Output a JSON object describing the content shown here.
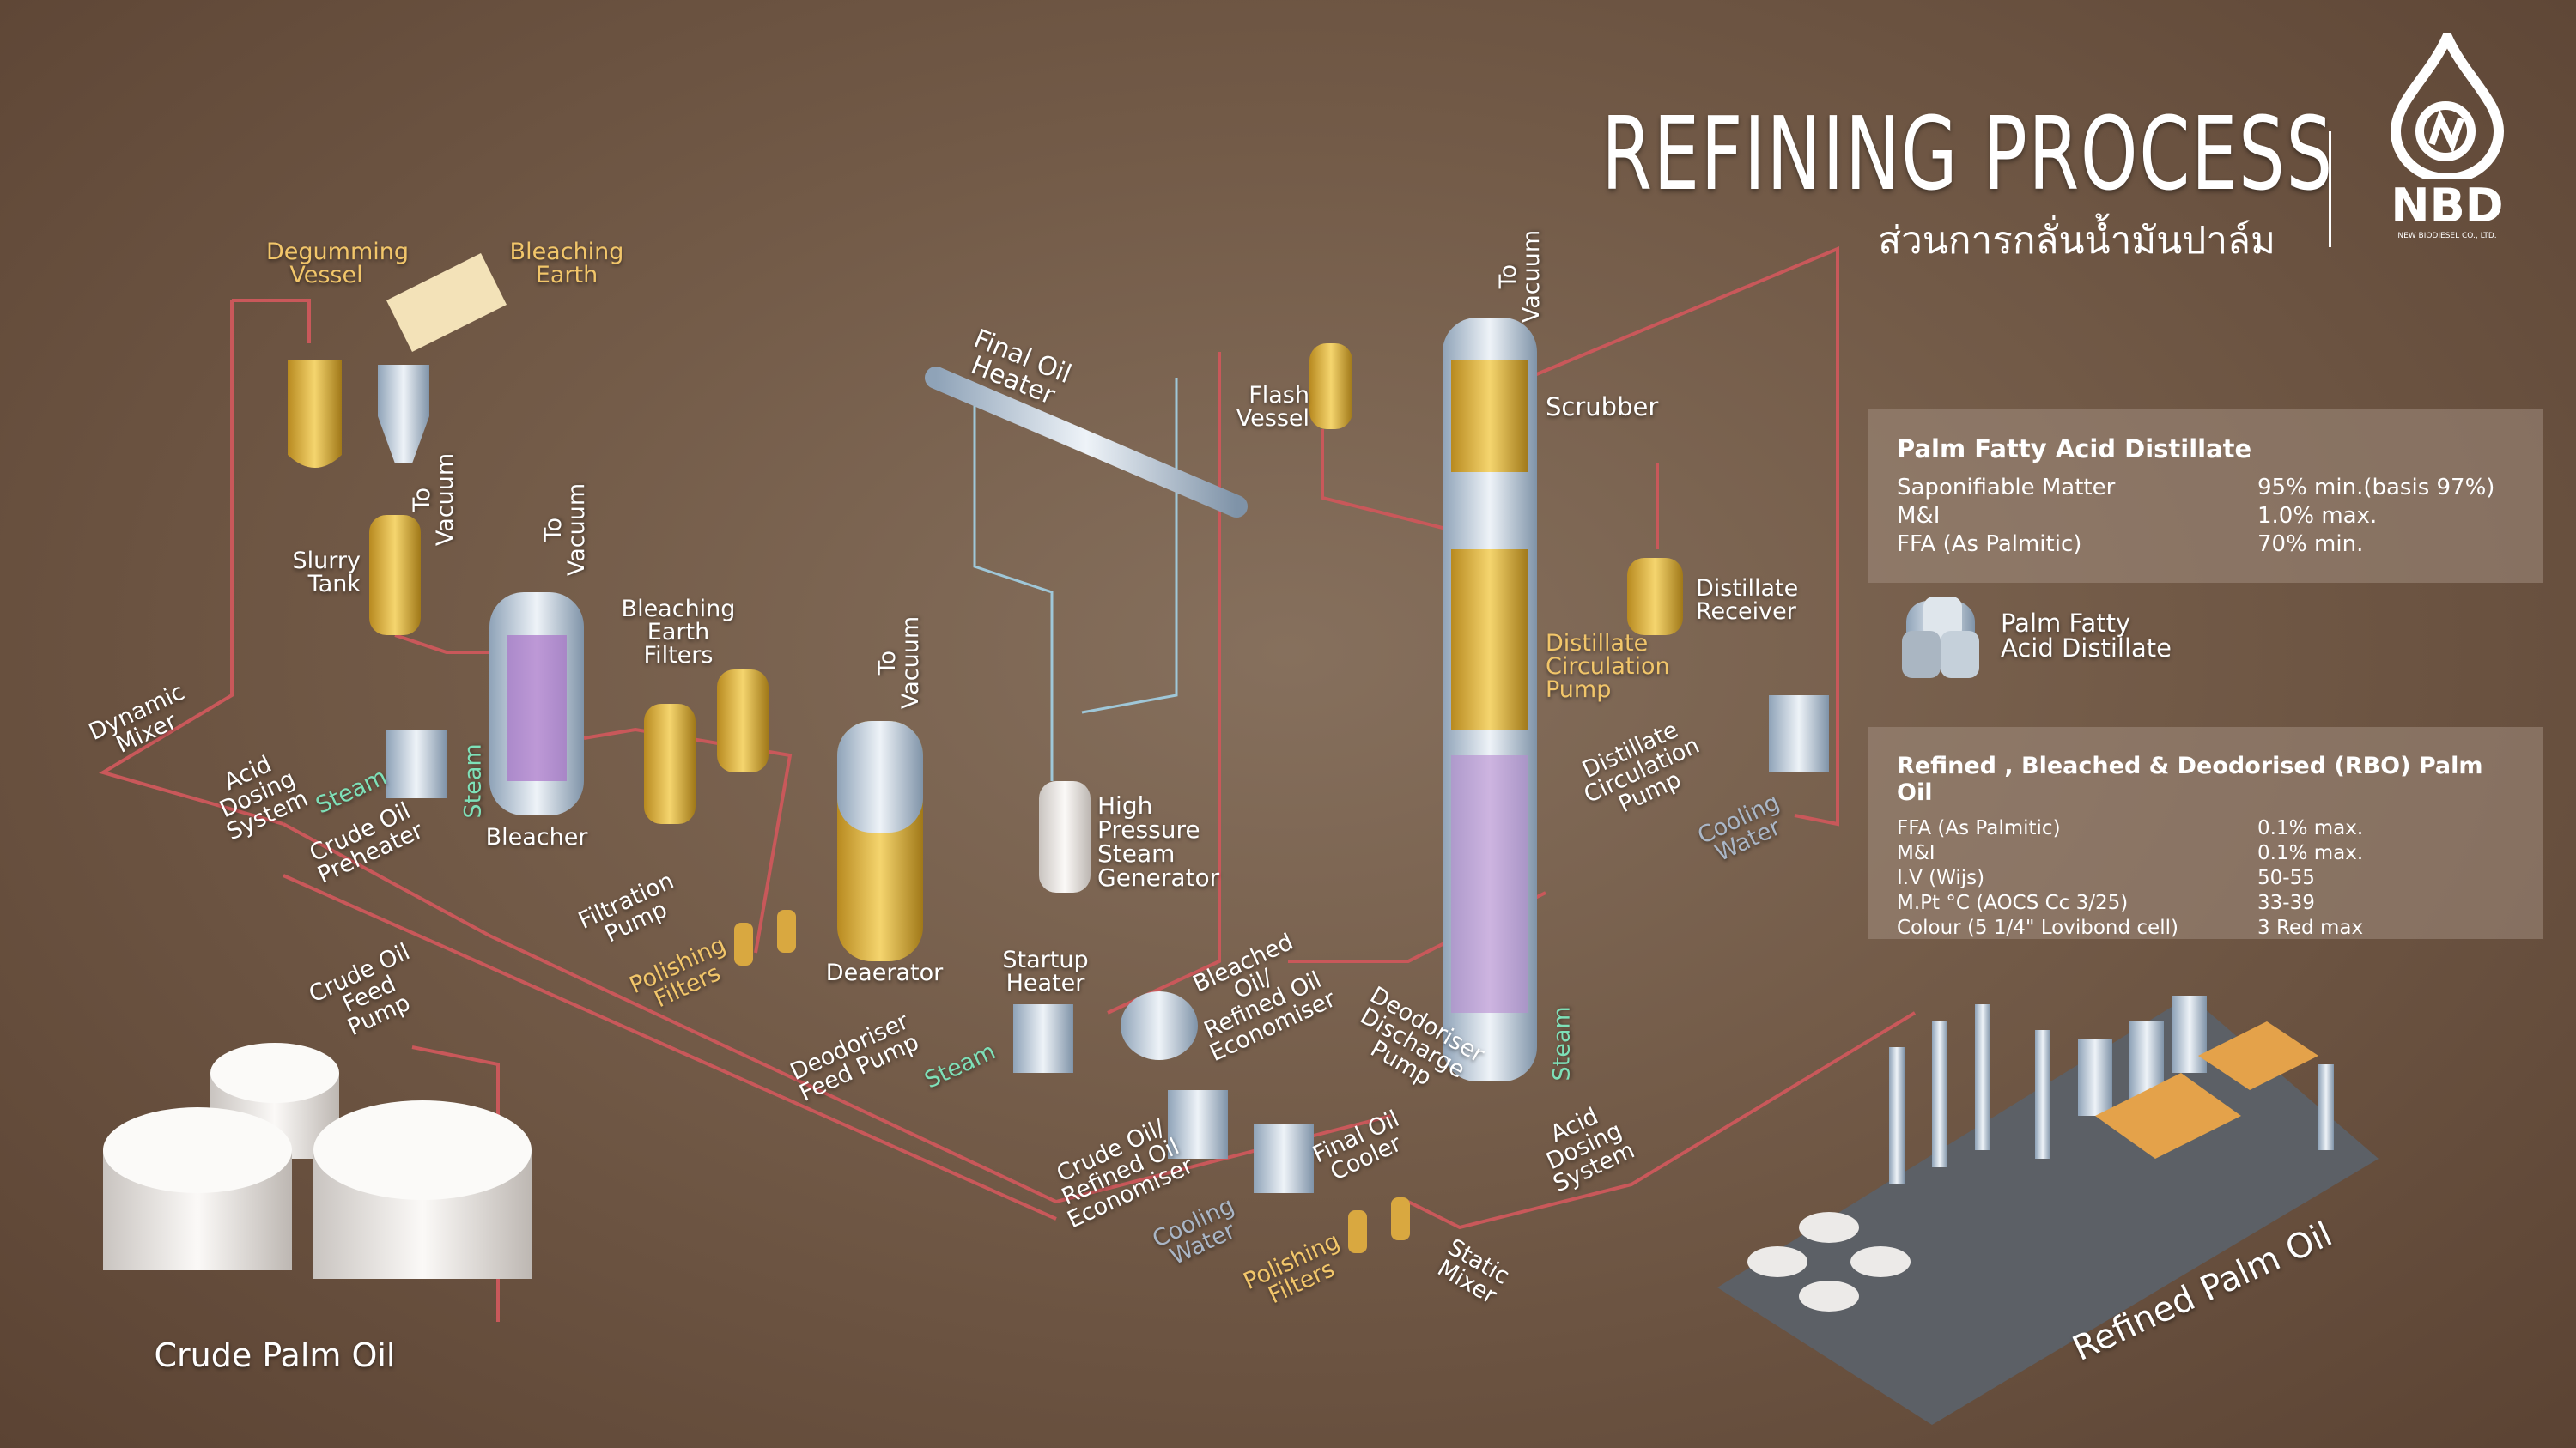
{
  "header": {
    "title": "REFINING PROCESS",
    "subtitle_thai": "ส่วนการกลั่นน้ำมันปาล์ม",
    "logo_text": "NBD",
    "logo_company": "NEW BIODIESEL CO., LTD."
  },
  "labels": {
    "degumming_vessel": "Degumming\nVessel",
    "bleaching_earth": "Bleaching\nEarth",
    "slurry_tank": "Slurry\nTank",
    "to_vacuum": "To Vacuum",
    "bleacher": "Bleacher",
    "bleaching_earth_filters": "Bleaching\nEarth\nFilters",
    "steam": "Steam",
    "dynamic_mixer": "Dynamic\nMixer",
    "acid_dosing_system": "Acid Dosing\nSystem",
    "crude_oil_preheater": "Crude Oil\nPreheater",
    "filtration_pump": "Filtration\nPump",
    "polishing_filters": "Polishing\nFilters",
    "crude_oil_feed_pump": "Crude Oil\nFeed Pump",
    "crude_palm_oil": "Crude Palm Oil",
    "final_oil_heater": "Final Oil Heater",
    "deaerator": "Deaerator",
    "startup_heater": "Startup\nHeater",
    "hp_steam_generator": "High\nPressure\nSteam\nGenerator",
    "deodoriser_feed_pump": "Deodoriser\nFeed Pump",
    "bleached_refined_economiser": "Bleached Oil/\nRefined Oil\nEconomiser",
    "crude_refined_economiser": "Crude Oil/\nRefined Oil\nEconomiser",
    "cooling_water": "Cooling\nWater",
    "final_oil_cooler": "Final Oil\nCooler",
    "deodoriser_discharge_pump": "Deodoriser\nDischarge\nPump",
    "static_mixer": "Static\nMixer",
    "refined_palm_oil": "Refined Palm Oil",
    "flash_vessel": "Flash\nVessel",
    "scrubber": "Scrubber",
    "distillate_receiver": "Distillate\nReceiver",
    "distillate_circulation_pump": "Distillate\nCirculation\nPump",
    "palm_fatty_acid_distillate": "Palm Fatty\nAcid Distillate"
  },
  "pfad_spec": {
    "title": "Palm Fatty Acid Distillate",
    "rows": [
      {
        "k": "Saponifiable Matter",
        "v": "95% min.(basis 97%)"
      },
      {
        "k": "M&I",
        "v": "1.0% max."
      },
      {
        "k": "FFA (As Palmitic)",
        "v": "70% min."
      }
    ]
  },
  "rbd_spec": {
    "title": "Refined , Bleached & Deodorised (RBO) Palm Oil",
    "rows": [
      {
        "k": "FFA (As Palmitic)",
        "v": "0.1% max."
      },
      {
        "k": "M&I",
        "v": "0.1% max."
      },
      {
        "k": "I.V (Wijs)",
        "v": "50-55"
      },
      {
        "k": "M.Pt °C (AOCS Cc 3/25)",
        "v": "33-39"
      },
      {
        "k": "Colour (5 1/4\" Lovibond cell)",
        "v": "3 Red max"
      }
    ]
  },
  "colors": {
    "pipe": "#c9585a",
    "steam": "#7ee0b8",
    "yellow": "#f2c66a",
    "water": "#9fc7d8"
  }
}
